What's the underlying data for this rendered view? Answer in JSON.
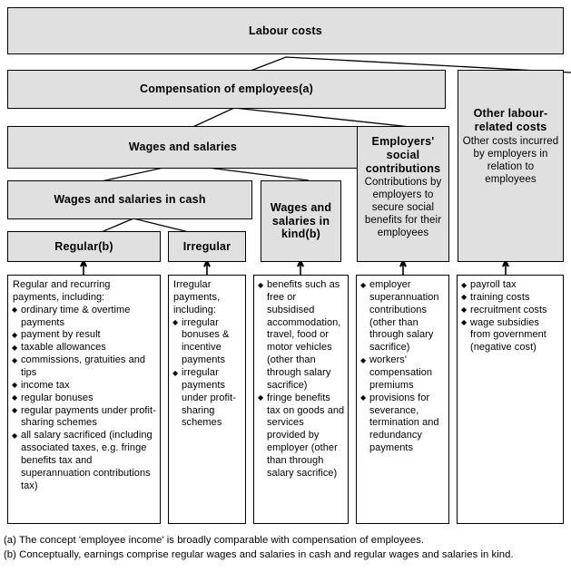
{
  "diagram": {
    "title": "Labour costs conceptual framework",
    "colors": {
      "box_fill": "#e0e0e0",
      "detail_fill": "#ffffff",
      "border": "#000000",
      "page_background": "#ffffff"
    }
  },
  "hierarchy": {
    "labour_costs": {
      "label": "Labour costs"
    },
    "compensation": {
      "label": "Compensation of employees(a)"
    },
    "wages_salaries": {
      "label": "Wages and salaries"
    },
    "wages_cash": {
      "label": "Wages and salaries in cash"
    },
    "regular": {
      "label": "Regular(b)"
    },
    "irregular": {
      "label": "Irregular"
    },
    "wages_kind": {
      "label": "Wages and salaries in kind(b)"
    },
    "employers_social": {
      "label": "Employers' social contributions",
      "description": "Contributions by employers to secure social benefits for their employees"
    },
    "other_labour": {
      "label": "Other labour-related costs",
      "description": "Other costs incurred by employers in relation to employees"
    }
  },
  "details": {
    "regular": {
      "intro": [
        "Regular and recurring",
        "payments, including:"
      ],
      "items": [
        "ordinary time & overtime payments",
        "payment by result",
        "taxable allowances",
        "commissions, gratuities and tips",
        "income tax",
        "regular bonuses",
        "regular payments under profit-sharing schemes",
        "all salary sacrificed (including associated taxes, e.g. fringe benefits tax and superannuation contributions tax)"
      ]
    },
    "irregular": {
      "intro": [
        "Irregular",
        "payments,",
        "including:"
      ],
      "items": [
        "irregular bonuses & incentive payments",
        "irregular payments under profit-sharing schemes"
      ]
    },
    "wages_kind": {
      "intro": [],
      "items": [
        "benefits such as free or subsidised accommodation, travel, food or motor vehicles (other than through salary sacrifice)",
        "fringe benefits tax on goods and services provided by employer (other than through salary sacrifice)"
      ]
    },
    "employers_social": {
      "intro": [],
      "items": [
        "employer superannuation contributions (other than through salary sacrifice)",
        "workers' compensation premiums",
        "provisions for severance, termination and redundancy payments"
      ]
    },
    "other_labour": {
      "intro": [],
      "items": [
        "payroll tax",
        "training costs",
        "recruitment costs",
        "wage subsidies from government (negative cost)"
      ]
    }
  },
  "footnotes": {
    "a": "(a) The concept 'employee income' is broadly comparable with compensation of employees.",
    "b": "(b) Conceptually, earnings comprise regular wages and salaries in cash and regular wages and salaries in kind."
  }
}
